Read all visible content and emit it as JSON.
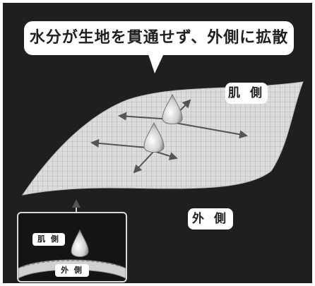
{
  "title": "水分が生地を貫通せず、外側に拡散",
  "labels": {
    "skin_side": "肌 側",
    "outer_side": "外 側"
  },
  "inset": {
    "skin_side": "肌 側",
    "outer_side": "外 側"
  },
  "colors": {
    "background": "#1f1f1f",
    "fabric": "#d9d9d9",
    "droplet": "#e8e8e8",
    "arrow": "#555555"
  },
  "icons": [
    "water-droplet-icon",
    "diffusion-arrow-icon"
  ]
}
